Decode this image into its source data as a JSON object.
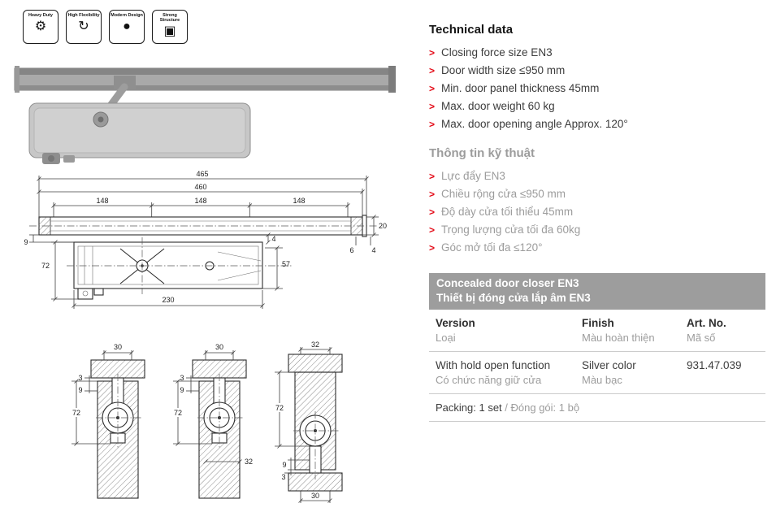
{
  "ui": {
    "marker": ">"
  },
  "colors": {
    "accent_red": "#e30613",
    "gray_text": "#9c9c9c",
    "bar_gray": "#9d9d9d"
  },
  "badges": [
    {
      "label": "Heavy Duty",
      "glyph": "⚙"
    },
    {
      "label": "High Flexibility",
      "glyph": "↻"
    },
    {
      "label": "Modern Design",
      "glyph": "●"
    },
    {
      "label": "Strong Structure",
      "glyph": "▣"
    }
  ],
  "technical_data": {
    "title": "Technical data",
    "items": [
      "Closing force size EN3",
      "Door width size ≤950 mm",
      "Min. door panel thickness 45mm",
      "Max. door weight 60 kg",
      "Max. door opening angle Approx. 120°"
    ]
  },
  "technical_data_vi": {
    "title": "Thông tin kỹ thuật",
    "items": [
      "Lực đẩy EN3",
      "Chiều rộng cửa ≤950 mm",
      "Độ dày cửa tối thiểu 45mm",
      "Trọng lượng cửa tối đa 60kg",
      "Góc mở tối đa ≤120°"
    ]
  },
  "product_bar": {
    "title_en": "Concealed door closer EN3",
    "title_vi": "Thiết bị đóng cửa lắp âm EN3"
  },
  "table": {
    "headers": {
      "version_en": "Version",
      "version_vi": "Loại",
      "finish_en": "Finish",
      "finish_vi": "Màu hoàn thiện",
      "art_en": "Art. No.",
      "art_vi": "Mã số"
    },
    "row": {
      "version_en": "With hold open function",
      "version_vi": "Có chức năng giữ cửa",
      "finish_en": "Silver color",
      "finish_vi": "Màu bạc",
      "art_no": "931.47.039"
    },
    "packing_en": "Packing: 1 set",
    "packing_sep": " / ",
    "packing_vi": "Đóng gói: 1 bộ"
  },
  "drawings": {
    "main": {
      "overall_length": "465",
      "rail_length": "460",
      "seg1": "148",
      "seg2": "148",
      "seg3": "148",
      "rail_height": "20",
      "offset_left": "9",
      "body_height": "72",
      "axis_height": "57",
      "gap_mid": "4",
      "gap_right1": "6",
      "gap_right2": "4",
      "body_length": "230"
    },
    "section1": {
      "top_width": "30",
      "t1": "3",
      "t2": "9",
      "depth": "72"
    },
    "section2": {
      "top_width": "30",
      "t1": "3",
      "t2": "9",
      "depth": "72",
      "bottom_width": "32"
    },
    "section3": {
      "top_width": "32",
      "depth": "72",
      "t1": "9",
      "t2": "3",
      "bottom_width": "30"
    }
  }
}
